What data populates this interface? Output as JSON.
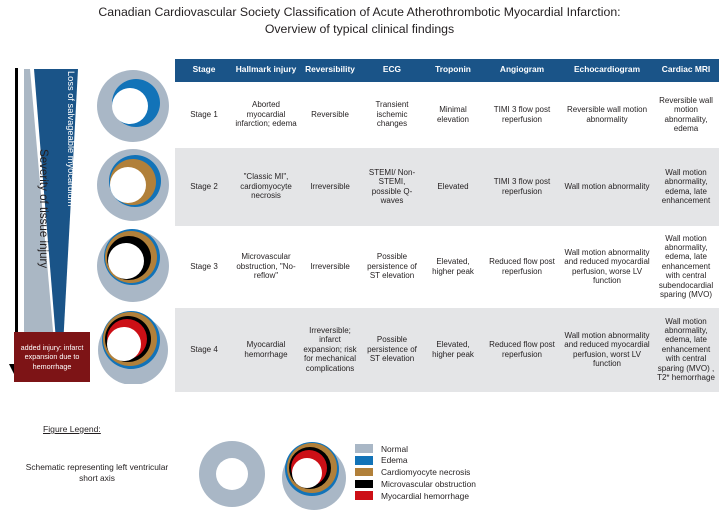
{
  "title": {
    "line1": "Canadian Cardiovascular Society Classification of Acute Atherothrombotic Myocardial Infarction:",
    "line2": "Overview of typical clinical findings"
  },
  "axis": {
    "loss_label": "Loss of salvageable myocardium",
    "severity_label": "Severity of tissue injury",
    "red_box": "added injury: infarct expansion due to hemorrhage",
    "arrow_direction": "down",
    "wedge_blue_color": "#1a5488",
    "wedge_gray_color": "#aab7c4",
    "red_box_color": "#7d1416"
  },
  "table": {
    "headers": [
      "Stage",
      "Hallmark injury",
      "Reversibility",
      "ECG",
      "Troponin",
      "Angiogram",
      "Echocardiogram",
      "Cardiac MRI"
    ],
    "header_bg": "#1a5488",
    "shaded_row_bg": "#e4e5e7",
    "rows": [
      {
        "stage": "Stage 1",
        "hallmark": "Aborted myocardial infarction; edema",
        "reversibility": "Reversible",
        "ecg": "Transient ischemic changes",
        "troponin": "Minimal elevation",
        "angiogram": "TIMI 3 flow post reperfusion",
        "echocardiogram": "Reversible wall motion abnormality",
        "cardiac_mri": "Reversible wall motion abnormality, edema",
        "shaded": false
      },
      {
        "stage": "Stage 2",
        "hallmark": "\"Classic MI\", cardiomyocyte necrosis",
        "reversibility": "Irreversible",
        "ecg": "STEMI/ Non-STEMI, possible Q-waves",
        "troponin": "Elevated",
        "angiogram": "TIMI 3 flow post reperfusion",
        "echocardiogram": "Wall motion abnormality",
        "cardiac_mri": "Wall motion abnormality, edema, late enhancement",
        "shaded": true
      },
      {
        "stage": "Stage 3",
        "hallmark": "Microvascular obstruction, \"No-reflow\"",
        "reversibility": "Irreversible",
        "ecg": "Possible persistence of ST elevation",
        "troponin": "Elevated, higher peak",
        "angiogram": "Reduced flow post reperfusion",
        "echocardiogram": "Wall motion abnormality and reduced myocardial perfusion, worse LV function",
        "cardiac_mri": "Wall motion abnormality, edema, late enhancement with central subendocardial sparing (MVO)",
        "shaded": false
      },
      {
        "stage": "Stage 4",
        "hallmark": "Myocardial hemorrhage",
        "reversibility": "Irreversible; infarct expansion;  risk for mechanical complications",
        "ecg": "Possible persistence of ST elevation",
        "troponin": "Elevated, higher peak",
        "angiogram": "Reduced flow post reperfusion",
        "echocardiogram": "Wall motion abnormality and reduced myocardial perfusion, worst LV function",
        "cardiac_mri": "Wall motion abnormality, edema, late enhancement with central sparing (MVO) , T2* hemorrhage",
        "shaded": true
      }
    ]
  },
  "legend": {
    "title": "Figure Legend:",
    "caption": "Schematic representing left ventricular short axis",
    "keys": [
      {
        "label": "Normal",
        "color": "#a9b7c6"
      },
      {
        "label": "Edema",
        "color": "#1273b8"
      },
      {
        "label": "Cardiomyocyte necrosis",
        "color": "#b1803a"
      },
      {
        "label": "Microvascular obstruction",
        "color": "#000000"
      },
      {
        "label": " Myocardial hemorrhage",
        "color": "#cc0f16"
      }
    ]
  },
  "donuts": {
    "colors": {
      "normal": "#a9b7c6",
      "edema": "#1273b8",
      "necrosis": "#b1803a",
      "mvo": "#000000",
      "hemorrhage": "#cc0f16",
      "cavity": "#ffffff"
    },
    "stages": [
      {
        "stage": "Stage 1",
        "layers": [
          "normal",
          "edema"
        ]
      },
      {
        "stage": "Stage 2",
        "layers": [
          "normal",
          "edema",
          "necrosis"
        ]
      },
      {
        "stage": "Stage 3",
        "layers": [
          "normal",
          "edema",
          "necrosis",
          "mvo"
        ]
      },
      {
        "stage": "Stage 4",
        "layers": [
          "normal",
          "edema",
          "necrosis",
          "mvo",
          "hemorrhage"
        ]
      }
    ]
  }
}
